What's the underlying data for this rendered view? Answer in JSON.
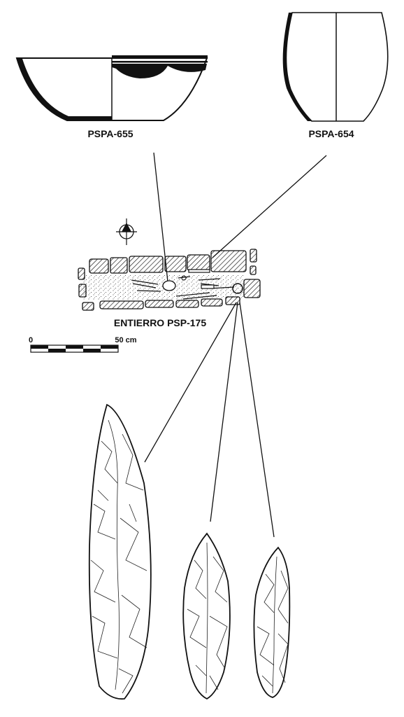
{
  "labels": {
    "bowl": "PSPA-655",
    "jar": "PSPA-654",
    "burial": "ENTIERRO PSP-175"
  },
  "scale_bar": {
    "start_label": "0",
    "end_label": "50 cm",
    "segments": 5
  },
  "icons": {
    "north": "north-arrow-icon"
  },
  "colors": {
    "ink": "#111111",
    "paper": "#ffffff"
  }
}
